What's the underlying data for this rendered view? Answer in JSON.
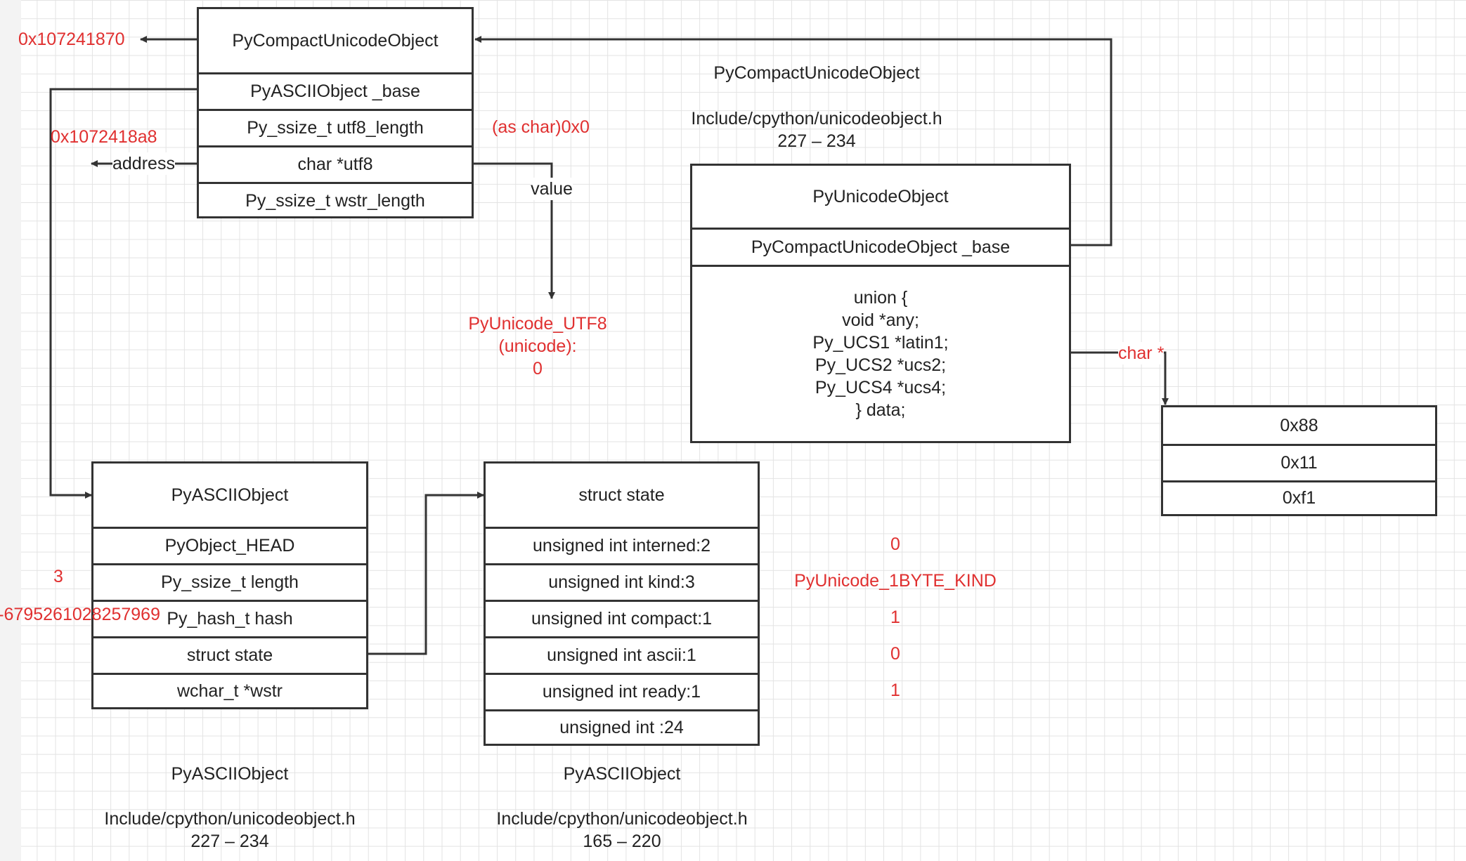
{
  "compact_box": {
    "title": "PyCompactUnicodeObject",
    "fields": [
      "PyASCIIObject _base",
      "Py_ssize_t utf8_length",
      "char *utf8",
      "Py_ssize_t wstr_length"
    ]
  },
  "unicode_box": {
    "title": "PyUnicodeObject",
    "fields": [
      "PyCompactUnicodeObject _base"
    ],
    "union_lines": [
      "union {",
      "void *any;",
      "Py_UCS1 *latin1;",
      "Py_UCS2 *ucs2;",
      "Py_UCS4 *ucs4;",
      "} data;"
    ]
  },
  "ascii_box": {
    "title": "PyASCIIObject",
    "fields": [
      "PyObject_HEAD",
      "Py_ssize_t length",
      "Py_hash_t hash",
      "struct state",
      "wchar_t *wstr"
    ]
  },
  "state_box": {
    "title": "struct state",
    "fields": [
      "unsigned int interned:2",
      "unsigned int kind:3",
      "unsigned int compact:1",
      "unsigned int ascii:1",
      "unsigned int ready:1",
      "unsigned int :24"
    ]
  },
  "bytes_box": {
    "cells": [
      "0x88",
      "0x11",
      "0xf1"
    ]
  },
  "labels": {
    "address_top": "0x107241870",
    "address_utf8": "0x1072418a8",
    "address_word": "address",
    "as_char": "(as char)0x0",
    "value_word": "value",
    "pyunicode_utf8": [
      "PyUnicode_UTF8",
      "(unicode):",
      "0"
    ],
    "char_ptr": "char *",
    "length_value": "3",
    "hash_value": "-6795261028257969",
    "state_values": [
      "0",
      "PyUnicode_1BYTE_KIND",
      "1",
      "0",
      "1"
    ]
  },
  "captions": {
    "compact": {
      "name": "PyCompactUnicodeObject",
      "file": "Include/cpython/unicodeobject.h",
      "lines": "227 – 234"
    },
    "ascii": {
      "name": "PyASCIIObject",
      "file": "Include/cpython/unicodeobject.h",
      "lines": "227 – 234"
    },
    "state": {
      "name": "PyASCIIObject",
      "file": "Include/cpython/unicodeobject.h",
      "lines": "165 – 220"
    }
  }
}
